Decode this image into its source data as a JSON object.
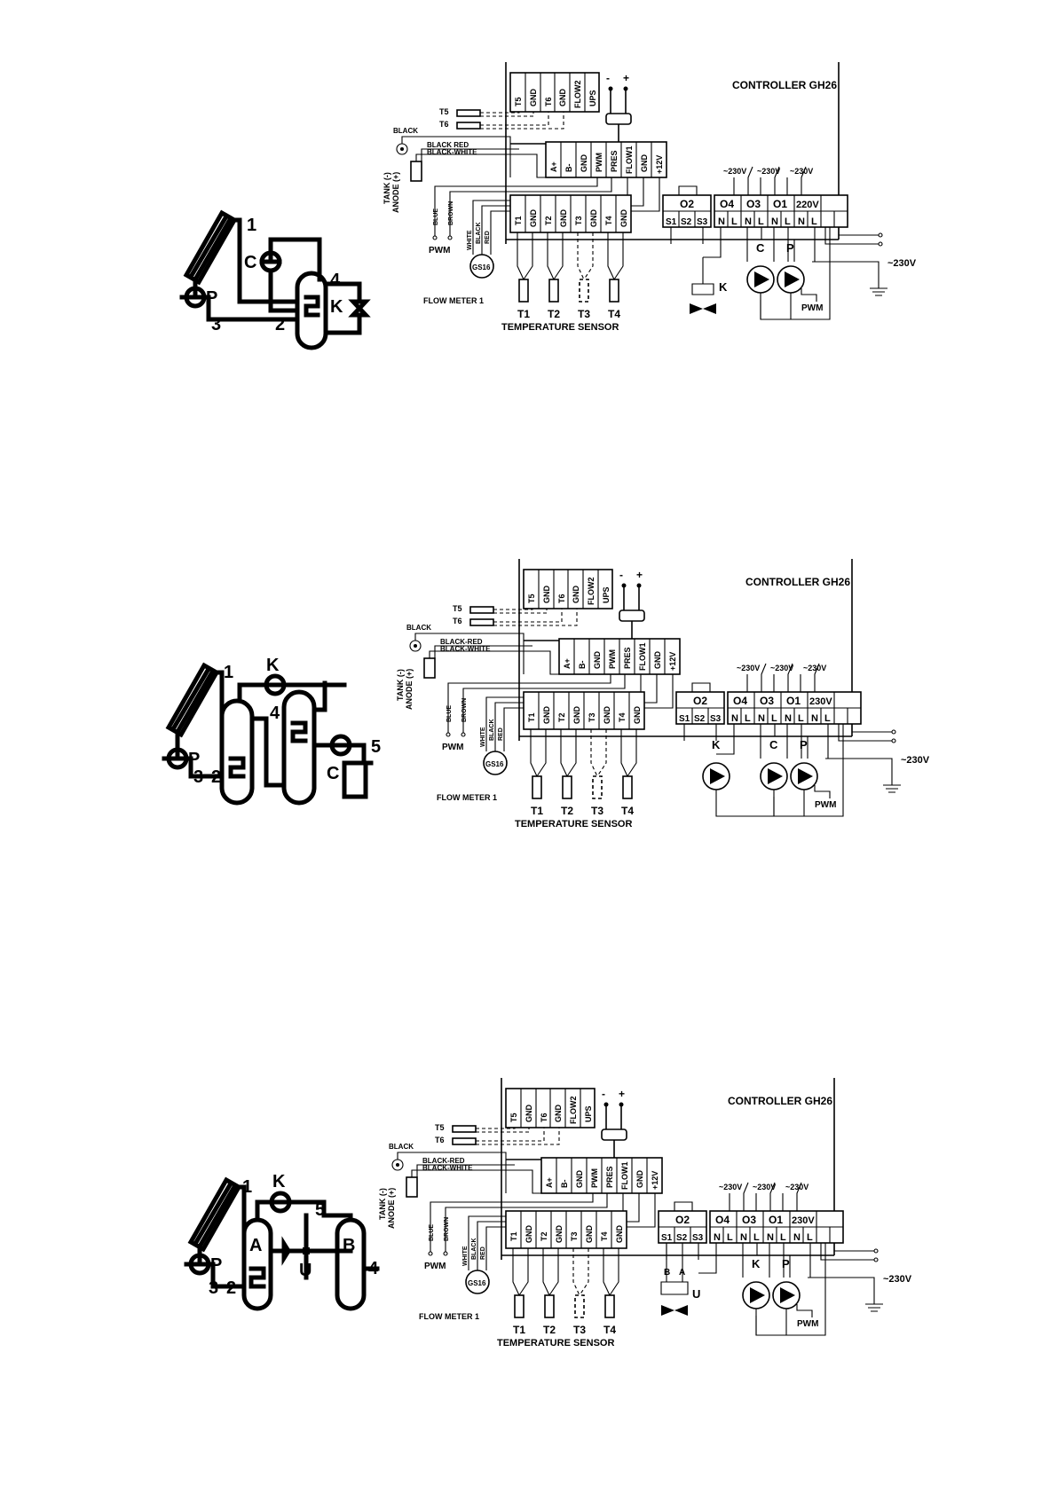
{
  "sections": [
    {
      "controller_title": "CONTROLLER GH26",
      "top_terminals": [
        "T5",
        "GND",
        "T6",
        "GND",
        "FLOW2",
        "UPS"
      ],
      "power_symbols": [
        "-",
        "+"
      ],
      "mid_terminals": [
        "A+",
        "B-",
        "GND",
        "PWM",
        "PRES",
        "FLOW1",
        "GND",
        "+12V"
      ],
      "sensor_terminals": [
        "T1",
        "GND",
        "T2",
        "GND",
        "T3",
        "GND",
        "T4",
        "GND"
      ],
      "output_groups": [
        {
          "name": "O2",
          "pins": [
            "S1",
            "S2",
            "S3"
          ]
        },
        {
          "name": "O4",
          "pins": [
            "N",
            "L"
          ]
        },
        {
          "name": "O3",
          "pins": [
            "N",
            "L"
          ]
        },
        {
          "name": "O1",
          "pins": [
            "N",
            "L"
          ]
        },
        {
          "name": "220V",
          "pins": [
            "N",
            "L"
          ]
        }
      ],
      "supply_labels": [
        "~230V",
        "~230V",
        "~230V"
      ],
      "mains_label": "~230V",
      "wire_labels": {
        "t5": "T5",
        "t6": "T6",
        "black": "BLACK",
        "black_red": "BLACK RED",
        "black_white": "BLACK-WHITE",
        "tank": "TANK (-)",
        "anode": "ANODE (+)",
        "blue": "BLUE",
        "brown": "BROWN",
        "pwm": "PWM",
        "white": "WHITE",
        "black2": "BLACK",
        "red": "RED"
      },
      "flow_meter": {
        "model": "GS16",
        "label": "FLOW METER 1"
      },
      "sensors": [
        "T1",
        "T2",
        "T3",
        "T4"
      ],
      "sensor_caption": "TEMPERATURE SENSOR",
      "loads": [
        "K",
        "C",
        "P"
      ],
      "pump_pwm": "PWM",
      "scheme_labels": [
        "1",
        "C",
        "P",
        "4",
        "K",
        "3",
        "2"
      ]
    },
    {
      "controller_title": "CONTROLLER GH26",
      "top_terminals": [
        "T5",
        "GND",
        "T6",
        "GND",
        "FLOW2",
        "UPS"
      ],
      "power_symbols": [
        "-",
        "+"
      ],
      "mid_terminals": [
        "A+",
        "B-",
        "GND",
        "PWM",
        "PRES",
        "FLOW1",
        "GND",
        "+12V"
      ],
      "sensor_terminals": [
        "T1",
        "GND",
        "T2",
        "GND",
        "T3",
        "GND",
        "T4",
        "GND"
      ],
      "output_groups": [
        {
          "name": "O2",
          "pins": [
            "S1",
            "S2",
            "S3"
          ]
        },
        {
          "name": "O4",
          "pins": [
            "N",
            "L"
          ]
        },
        {
          "name": "O3",
          "pins": [
            "N",
            "L"
          ]
        },
        {
          "name": "O1",
          "pins": [
            "N",
            "L"
          ]
        },
        {
          "name": "230V",
          "pins": [
            "N",
            "L"
          ]
        }
      ],
      "supply_labels": [
        "~230V",
        "~230V",
        "~230V"
      ],
      "mains_label": "~230V",
      "wire_labels": {
        "t5": "T5",
        "t6": "T6",
        "black": "BLACK",
        "black_red": "BLACK-RED",
        "black_white": "BLACK-WHITE",
        "tank": "TANK (-)",
        "anode": "ANODE (+)",
        "blue": "BLUE",
        "brown": "BROWN",
        "pwm": "PWM",
        "white": "WHITE",
        "black2": "BLACK",
        "red": "RED"
      },
      "flow_meter": {
        "model": "GS16",
        "label": "FLOW METER 1"
      },
      "sensors": [
        "T1",
        "T2",
        "T3",
        "T4"
      ],
      "sensor_caption": "TEMPERATURE SENSOR",
      "loads": [
        "K",
        "C",
        "P"
      ],
      "pump_pwm": "PWM",
      "scheme_labels": [
        "1",
        "K",
        "P",
        "4",
        "5",
        "3",
        "2",
        "C"
      ]
    },
    {
      "controller_title": "CONTROLLER GH26",
      "top_terminals": [
        "T5",
        "GND",
        "T6",
        "GND",
        "FLOW2",
        "UPS"
      ],
      "power_symbols": [
        "-",
        "+"
      ],
      "mid_terminals": [
        "A+",
        "B-",
        "GND",
        "PWM",
        "PRES",
        "FLOW1",
        "GND",
        "+12V"
      ],
      "sensor_terminals": [
        "T1",
        "GND",
        "T2",
        "GND",
        "T3",
        "GND",
        "T4",
        "GND"
      ],
      "output_groups": [
        {
          "name": "O2",
          "pins": [
            "S1",
            "S2",
            "S3"
          ]
        },
        {
          "name": "O4",
          "pins": [
            "N",
            "L"
          ]
        },
        {
          "name": "O3",
          "pins": [
            "N",
            "L"
          ]
        },
        {
          "name": "O1",
          "pins": [
            "N",
            "L"
          ]
        },
        {
          "name": "230V",
          "pins": [
            "N",
            "L"
          ]
        }
      ],
      "supply_labels": [
        "~230V",
        "~230V",
        "~230V"
      ],
      "mains_label": "~230V",
      "wire_labels": {
        "t5": "T5",
        "t6": "T6",
        "black": "BLACK",
        "black_red": "BLACK-RED",
        "black_white": "BLACK-WHITE",
        "tank": "TANK (-)",
        "anode": "ANODE (+)",
        "blue": "BLUE",
        "brown": "BROWN",
        "pwm": "PWM",
        "white": "WHITE",
        "black2": "BLACK",
        "red": "RED"
      },
      "flow_meter": {
        "model": "GS16",
        "label": "FLOW METER 1"
      },
      "sensors": [
        "T1",
        "T2",
        "T3",
        "T4"
      ],
      "sensor_caption": "TEMPERATURE SENSOR",
      "loads": [
        "K",
        "P"
      ],
      "valve_label": "U",
      "valve_ports": [
        "B",
        "A"
      ],
      "pump_pwm": "PWM",
      "scheme_labels": [
        "1",
        "K",
        "5",
        "P",
        "A",
        "U",
        "B",
        "4",
        "3",
        "2"
      ]
    }
  ]
}
